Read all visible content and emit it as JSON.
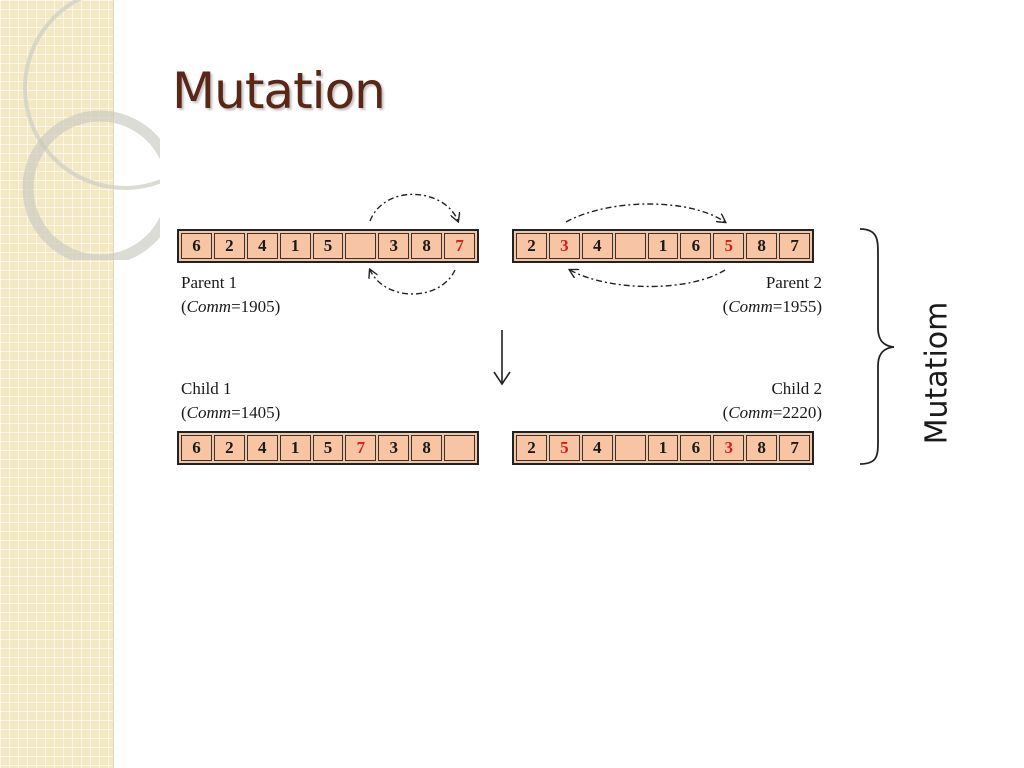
{
  "slide": {
    "title": "Mutation",
    "brace_label": "Mutatiom"
  },
  "parent1": {
    "name": "Parent 1",
    "comm_prefix": "(",
    "comm_label": "Comm",
    "comm_value": "=1905)",
    "genes": [
      {
        "v": "6",
        "red": false
      },
      {
        "v": "2",
        "red": false
      },
      {
        "v": "4",
        "red": false
      },
      {
        "v": "1",
        "red": false
      },
      {
        "v": "5",
        "red": false
      },
      {
        "v": "",
        "red": false
      },
      {
        "v": "3",
        "red": false
      },
      {
        "v": "8",
        "red": false
      },
      {
        "v": "7",
        "red": true
      }
    ]
  },
  "parent2": {
    "name": "Parent 2",
    "comm_prefix": "(",
    "comm_label": "Comm",
    "comm_value": "=1955)",
    "genes": [
      {
        "v": "2",
        "red": false
      },
      {
        "v": "3",
        "red": true
      },
      {
        "v": "4",
        "red": false
      },
      {
        "v": "",
        "red": false
      },
      {
        "v": "1",
        "red": false
      },
      {
        "v": "6",
        "red": false
      },
      {
        "v": "5",
        "red": true
      },
      {
        "v": "8",
        "red": false
      },
      {
        "v": "7",
        "red": false
      }
    ]
  },
  "child1": {
    "name": "Child 1",
    "comm_prefix": "(",
    "comm_label": "Comm",
    "comm_value": "=1405)",
    "genes": [
      {
        "v": "6",
        "red": false
      },
      {
        "v": "2",
        "red": false
      },
      {
        "v": "4",
        "red": false
      },
      {
        "v": "1",
        "red": false
      },
      {
        "v": "5",
        "red": false
      },
      {
        "v": "7",
        "red": true
      },
      {
        "v": "3",
        "red": false
      },
      {
        "v": "8",
        "red": false
      },
      {
        "v": "",
        "red": false
      }
    ]
  },
  "child2": {
    "name": "Child 2",
    "comm_prefix": "(",
    "comm_label": "Comm",
    "comm_value": "=2220)",
    "genes": [
      {
        "v": "2",
        "red": false
      },
      {
        "v": "5",
        "red": true
      },
      {
        "v": "4",
        "red": false
      },
      {
        "v": "",
        "red": false
      },
      {
        "v": "1",
        "red": false
      },
      {
        "v": "6",
        "red": false
      },
      {
        "v": "3",
        "red": true
      },
      {
        "v": "8",
        "red": false
      },
      {
        "v": "7",
        "red": false
      }
    ]
  },
  "colors": {
    "title": "#5a2616",
    "gene_fill": "#f7c5a3",
    "highlight": "#d61e1e",
    "sidebar": "#f3e8c4"
  }
}
